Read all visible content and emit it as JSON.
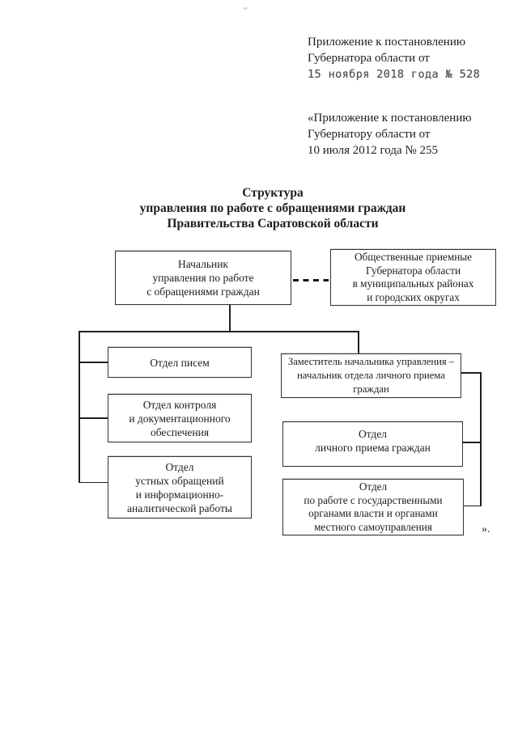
{
  "document": {
    "appendix_note_current": {
      "line1": "Приложение к постановлению",
      "line2": "Губернатора области от",
      "line3": "15 ноября 2018 года № 528"
    },
    "appendix_note_quoted": {
      "line1": "«Приложение к постановлению",
      "line2": "Губернатору области от",
      "line3": "10 июля 2012 года № 255"
    },
    "title": {
      "line1": "Структура",
      "line2": "управления по работе с обращениями граждан",
      "line3": "Правительства Саратовской области"
    },
    "closing_quote": "»."
  },
  "org_chart": {
    "nodes": {
      "chief": {
        "lines": [
          "Начальник",
          "управления по работе",
          "с обращениями граждан"
        ]
      },
      "public_reception": {
        "lines": [
          "Общественные приемные",
          "Губернатора области",
          "в муниципальных районах",
          "и городских округах"
        ]
      },
      "letters": {
        "lines": [
          "Отдел писем"
        ]
      },
      "control": {
        "lines": [
          "Отдел контроля",
          "и документационного",
          "обеспечения"
        ]
      },
      "oral": {
        "lines": [
          "Отдел",
          "устных обращений",
          "и информационно-",
          "аналитической работы"
        ]
      },
      "deputy": {
        "lines": [
          "Заместитель начальника управления –",
          "начальник отдела личного приема",
          "граждан"
        ]
      },
      "personal_reception": {
        "lines": [
          "Отдел",
          "личного приема граждан"
        ]
      },
      "state_bodies": {
        "lines": [
          "Отдел",
          "по работе с государственными",
          "органами власти и органами",
          "местного самоуправления"
        ]
      }
    },
    "colors": {
      "ink": "#1d1d1d",
      "border": "#343434",
      "faded_ink": "#4f4f4f"
    }
  }
}
